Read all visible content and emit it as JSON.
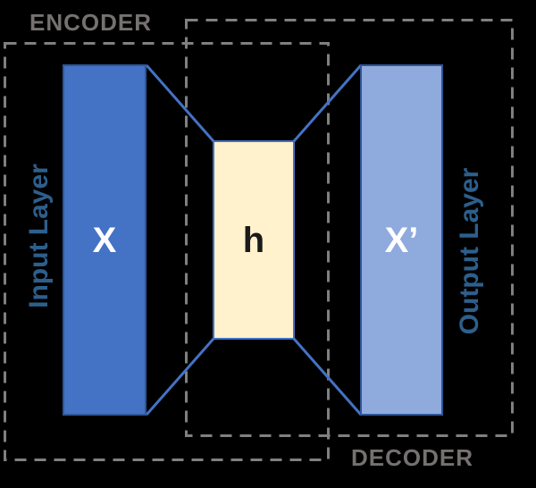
{
  "diagram": {
    "regions": {
      "encoder": {
        "label": "ENCODER"
      },
      "decoder": {
        "label": "DECODER"
      }
    },
    "layers": {
      "input": {
        "label": "Input Layer",
        "node": "X"
      },
      "hidden": {
        "node": "h"
      },
      "output": {
        "label": "Output Layer",
        "node": "X’"
      }
    },
    "colors": {
      "background": "#000000",
      "input_fill": "#4472C4",
      "hidden_fill": "#FFF2CC",
      "output_fill": "#8FAADC",
      "node_border": "#2F5597",
      "hidden_border": "#4472C4",
      "connector": "#4472C4",
      "dashed_border": "#808080",
      "region_label": "#767171",
      "layer_label": "#2D5F8C",
      "node_text": "#FFFFFF",
      "hidden_text": "#1A1A1A"
    }
  }
}
